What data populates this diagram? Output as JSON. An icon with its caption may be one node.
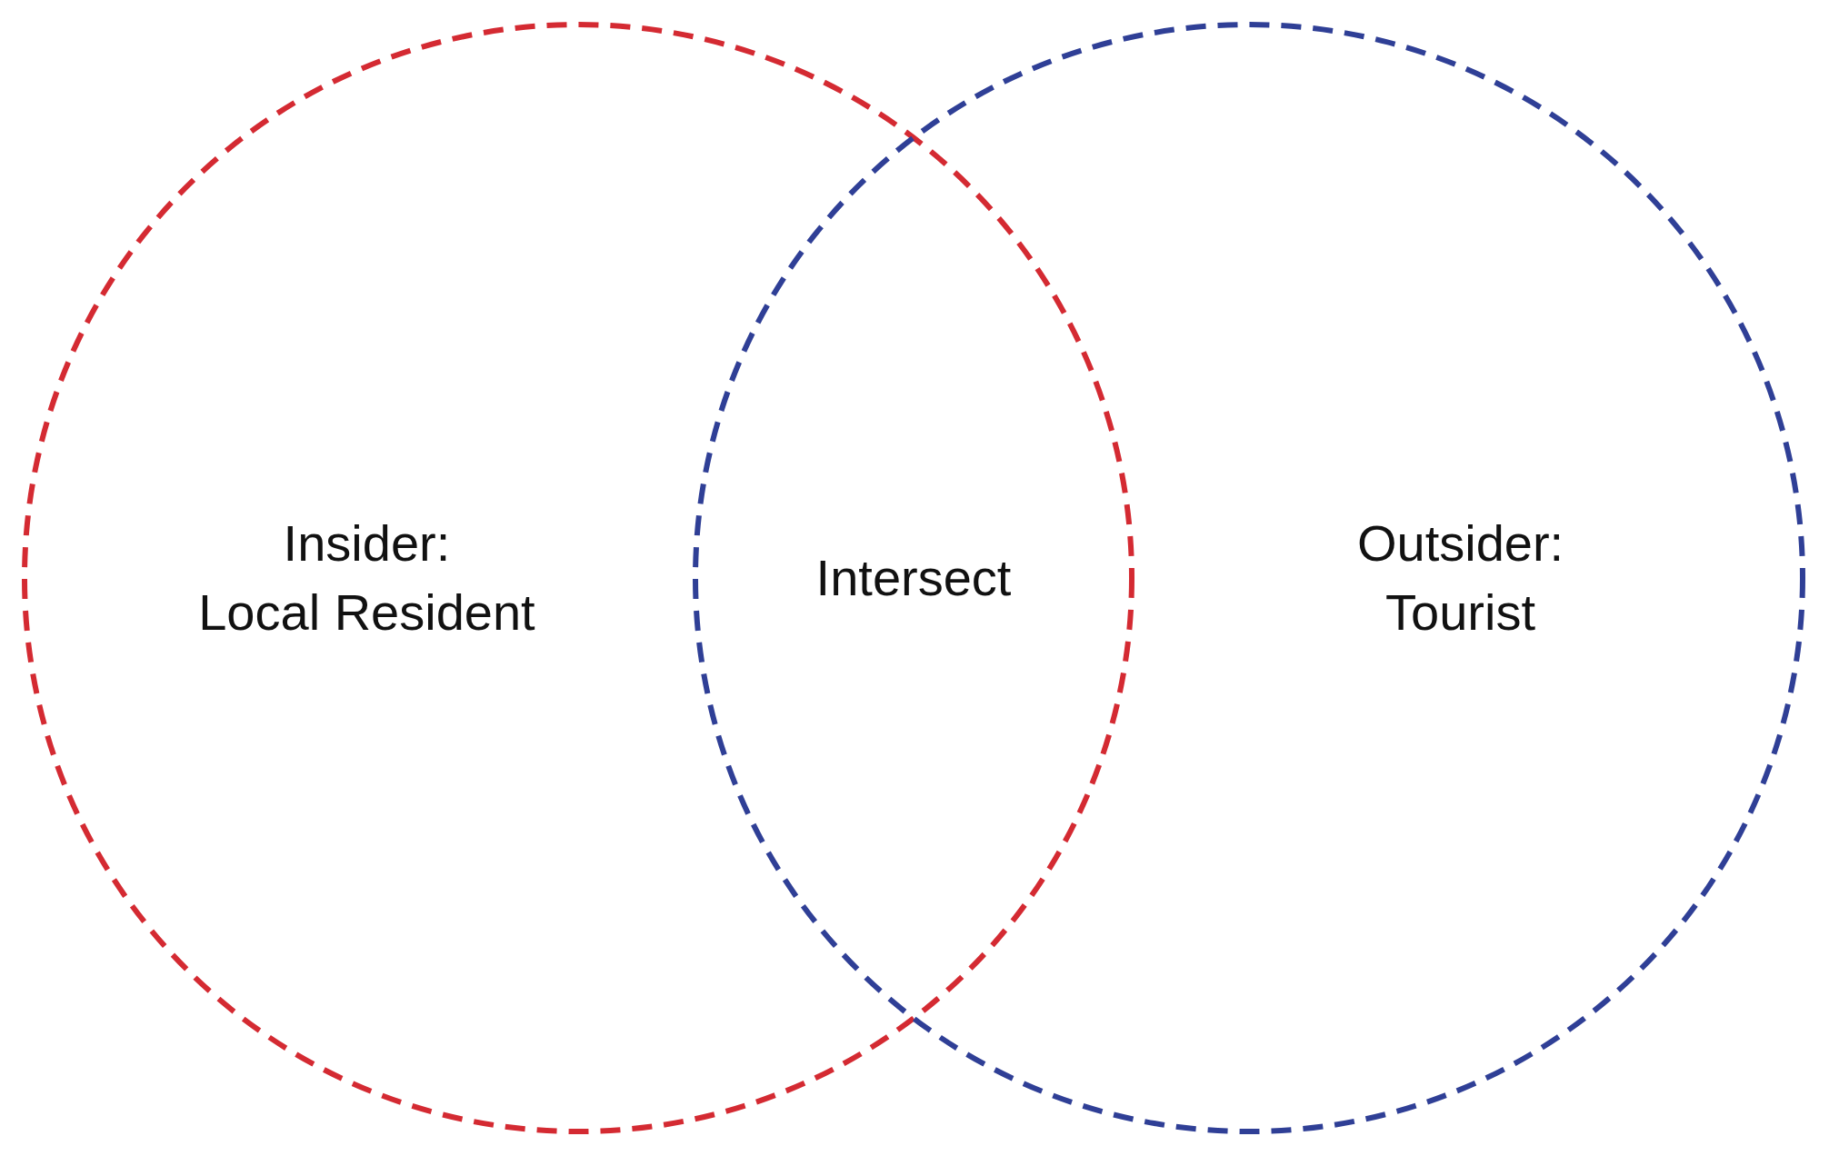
{
  "diagram": {
    "nodes": [
      {
        "text": [
          "Insider: Local Resident"
        ]
      },
      {
        "text": [
          "Outsider: Tourist"
        ]
      }
    ],
    "labels": [
      "Intersect"
    ]
  }
}
